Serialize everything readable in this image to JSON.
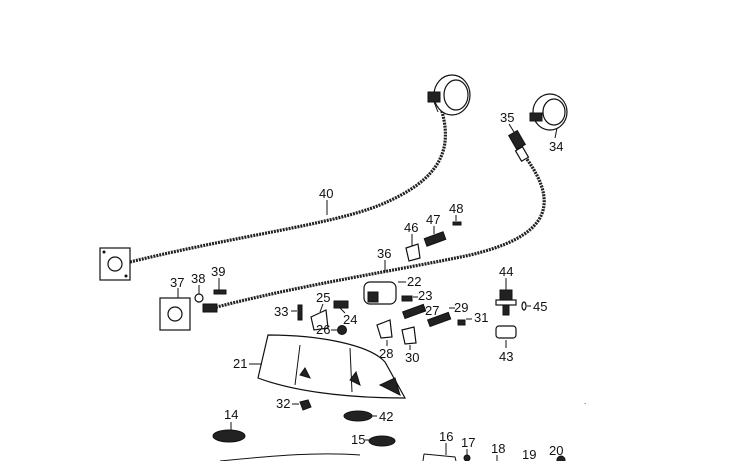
{
  "diagram": {
    "title": "Instrument cable and parts exploded view",
    "labels": {
      "l14": "14",
      "l15": "15",
      "l16": "16",
      "l17": "17",
      "l18": "18",
      "l19": "19",
      "l20": "20",
      "l21": "21",
      "l22": "22",
      "l23": "23",
      "l24": "24",
      "l25": "25",
      "l26": "26",
      "l27": "27",
      "l28": "28",
      "l29": "29",
      "l30": "30",
      "l31": "31",
      "l32": "32",
      "l33": "33",
      "l34": "34",
      "l35": "35",
      "l36": "36",
      "l37": "37",
      "l38": "38",
      "l39": "39",
      "l40": "40",
      "l42": "42",
      "l43": "43",
      "l44": "44",
      "l45": "45",
      "l46": "46",
      "l47": "47",
      "l48": "48"
    }
  }
}
